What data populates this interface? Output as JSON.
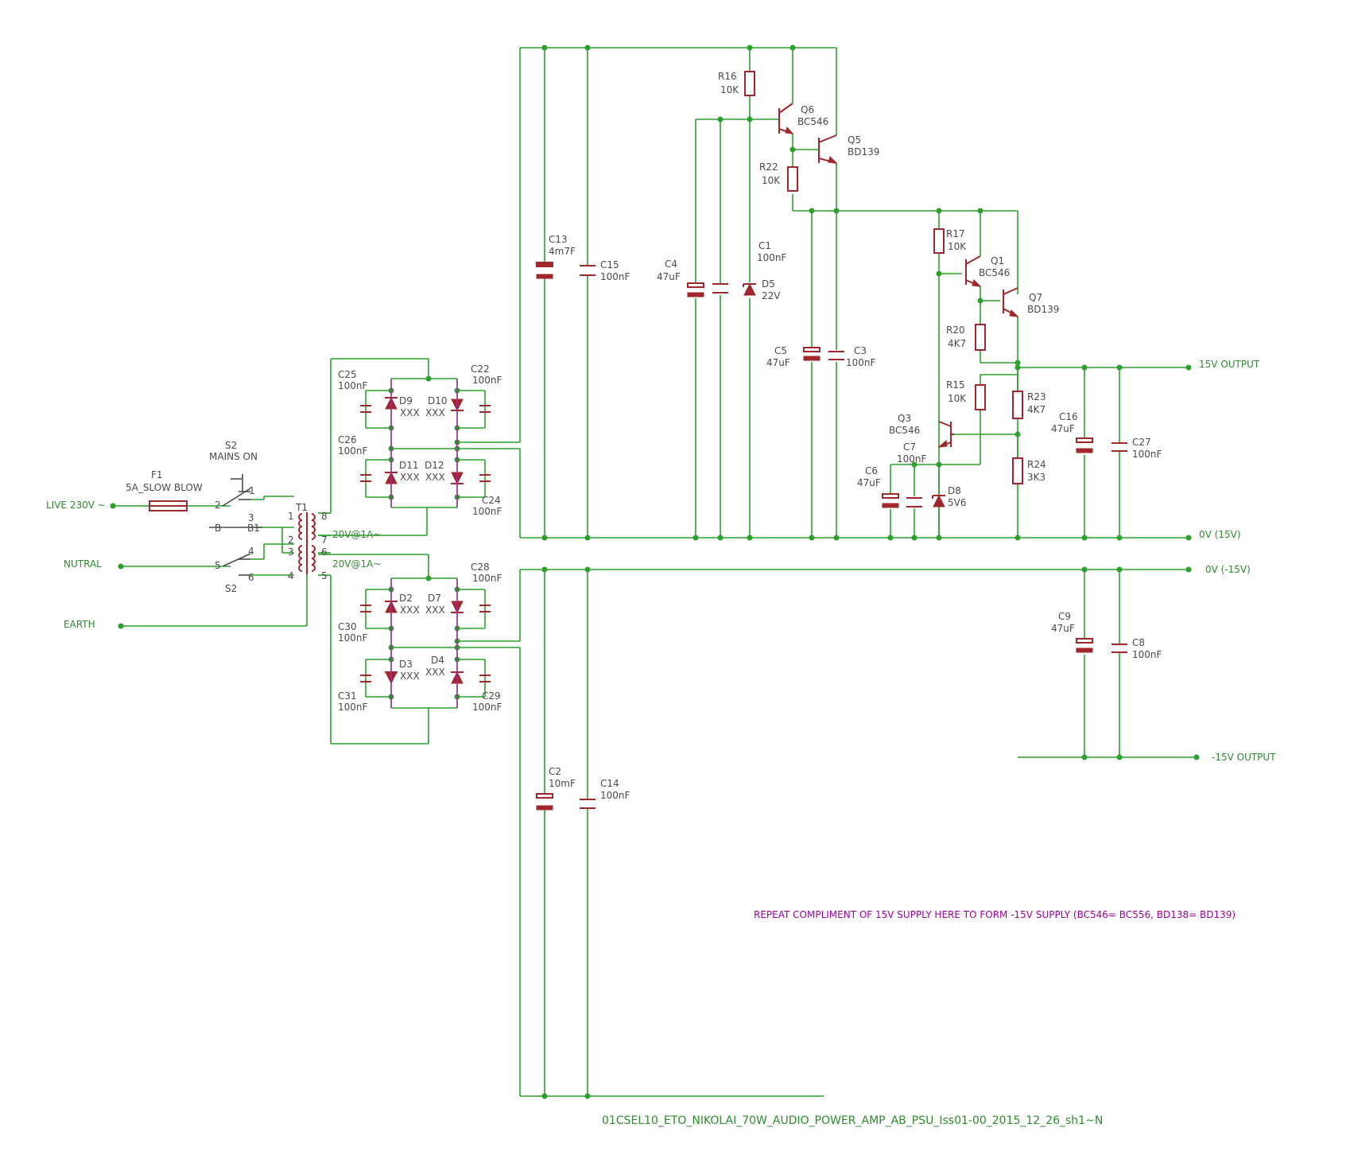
{
  "nets": {
    "live": "LIVE 230V ~",
    "neutral": "NUTRAL",
    "earth": "EARTH",
    "out_pos": "15V OUTPUT",
    "gnd_pos": "0V (15V)",
    "gnd_neg": "0V (-15V)",
    "out_neg": "-15V OUTPUT"
  },
  "fuse": {
    "ref": "F1",
    "value": "5A_SLOW BLOW"
  },
  "switch": {
    "ref_top": "S2",
    "value_top": "MAINS ON",
    "ref_bottom": "S2",
    "pins": {
      "p1": "1",
      "p2": "2",
      "p3": "3",
      "pb": "B",
      "pb1": "B1",
      "p4": "4",
      "p5": "5",
      "p6": "6"
    }
  },
  "transformer": {
    "ref": "T1",
    "sec_top": "20V@1A~",
    "sec_bottom": "20V@1A~",
    "pins_left": [
      "1",
      "2",
      "3",
      "4"
    ],
    "pins_right": [
      "8",
      "7",
      "6",
      "5"
    ]
  },
  "components": {
    "R16": {
      "ref": "R16",
      "value": "10K"
    },
    "R22": {
      "ref": "R22",
      "value": "10K"
    },
    "R17": {
      "ref": "R17",
      "value": "10K"
    },
    "R20": {
      "ref": "R20",
      "value": "4K7"
    },
    "R15": {
      "ref": "R15",
      "value": "10K"
    },
    "R23": {
      "ref": "R23",
      "value": "4K7"
    },
    "R24": {
      "ref": "R24",
      "value": "3K3"
    },
    "Q6": {
      "ref": "Q6",
      "value": "BC546"
    },
    "Q5": {
      "ref": "Q5",
      "value": "BD139"
    },
    "Q1": {
      "ref": "Q1",
      "value": "BC546"
    },
    "Q7": {
      "ref": "Q7",
      "value": "BD139"
    },
    "Q3": {
      "ref": "Q3",
      "value": "BC546"
    },
    "C13": {
      "ref": "C13",
      "value": "4m7F"
    },
    "C15": {
      "ref": "C15",
      "value": "100nF"
    },
    "C4": {
      "ref": "C4",
      "value": "47uF"
    },
    "C1": {
      "ref": "C1",
      "value": "100nF"
    },
    "D5": {
      "ref": "D5",
      "value": "22V"
    },
    "C5": {
      "ref": "C5",
      "value": "47uF"
    },
    "C3": {
      "ref": "C3",
      "value": "100nF"
    },
    "C6": {
      "ref": "C6",
      "value": "47uF"
    },
    "C7": {
      "ref": "C7",
      "value": "100nF"
    },
    "D8": {
      "ref": "D8",
      "value": "5V6"
    },
    "C16": {
      "ref": "C16",
      "value": "47uF"
    },
    "C27": {
      "ref": "C27",
      "value": "100nF"
    },
    "C9": {
      "ref": "C9",
      "value": "47uF"
    },
    "C8": {
      "ref": "C8",
      "value": "100nF"
    },
    "C2": {
      "ref": "C2",
      "value": "10mF"
    },
    "C14": {
      "ref": "C14",
      "value": "100nF"
    },
    "C25": {
      "ref": "C25",
      "value": "100nF"
    },
    "C22": {
      "ref": "C22",
      "value": "100nF"
    },
    "C26": {
      "ref": "C26",
      "value": "100nF"
    },
    "C24": {
      "ref": "C24",
      "value": "100nF"
    },
    "C28": {
      "ref": "C28",
      "value": "100nF"
    },
    "C30": {
      "ref": "C30",
      "value": "100nF"
    },
    "C31": {
      "ref": "C31",
      "value": "100nF"
    },
    "C29": {
      "ref": "C29",
      "value": "100nF"
    },
    "D9": {
      "ref": "D9",
      "value": "XXX"
    },
    "D10": {
      "ref": "D10",
      "value": "XXX"
    },
    "D11": {
      "ref": "D11",
      "value": "XXX"
    },
    "D12": {
      "ref": "D12",
      "value": "XXX"
    },
    "D2": {
      "ref": "D2",
      "value": "XXX"
    },
    "D7": {
      "ref": "D7",
      "value": "XXX"
    },
    "D3": {
      "ref": "D3",
      "value": "XXX"
    },
    "D4": {
      "ref": "D4",
      "value": "XXX"
    }
  },
  "note": "REPEAT COMPLIMENT OF 15V SUPPLY HERE TO FORM -15V SUPPLY (BC546= BC556, BD138= BD139)",
  "title_block": "01CSEL10_ETO_NIKOLAI_70W_AUDIO_POWER_AMP_AB_PSU_Iss01-00_2015_12_26_sh1~N",
  "colors": {
    "wire": "#2ca02c",
    "part": "#a0282d",
    "text": "#4a4a4a",
    "net_label": "#2e8b2e",
    "note": "#a000a0"
  }
}
